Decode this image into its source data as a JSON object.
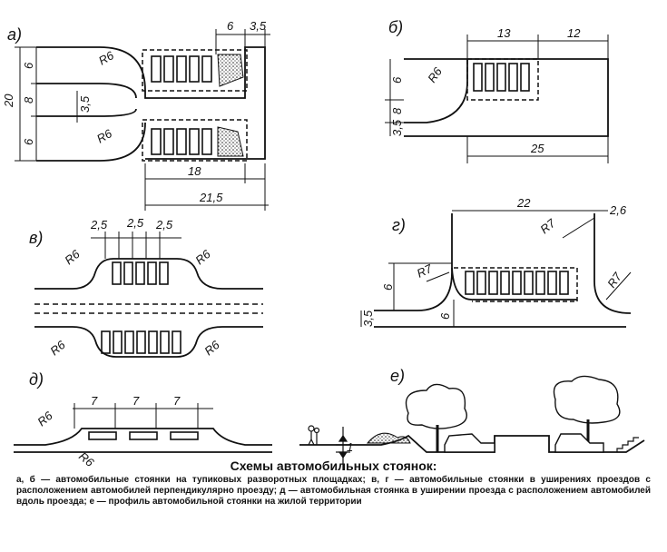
{
  "panels": {
    "a": {
      "label": "а)",
      "dims": {
        "top_6": "6",
        "top_3_5": "3,5",
        "total_20": "20",
        "left_6_top": "6",
        "left_8": "8",
        "left_3_5": "3,5",
        "left_6_bot": "6",
        "radius_top": "R6",
        "radius_bot": "R6",
        "bottom_18": "18",
        "bottom_21_5": "21,5"
      }
    },
    "b": {
      "label": "б)",
      "dims": {
        "top_13": "13",
        "top_12": "12",
        "left_6": "6",
        "left_8": "8",
        "left_3_5": "3,5",
        "radius": "R6",
        "bottom_25": "25"
      }
    },
    "v": {
      "label": "в)",
      "dims": {
        "top_2_5_a": "2,5",
        "top_2_5_b": "2,5",
        "top_2_5_c": "2,5",
        "r_tl": "R6",
        "r_tr": "R6",
        "r_bl": "R6",
        "r_br": "R6"
      }
    },
    "g": {
      "label": "г)",
      "dims": {
        "top_22": "22",
        "top_2_6": "2,6",
        "r7_a": "R7",
        "r7_b": "R7",
        "r7_c": "R7",
        "left_6": "6",
        "left_3_5": "3,5",
        "left_6_b": "6"
      }
    },
    "d": {
      "label": "д)",
      "dims": {
        "span_1": "7",
        "span_2": "7",
        "span_3": "7",
        "r_top": "R6",
        "r_bot": "R6"
      }
    },
    "e": {
      "label": "е)",
      "dims": {
        "one": "1"
      }
    }
  },
  "caption": {
    "title": "Схемы автомобильных стоянок:",
    "text": "а, б — автомобильные стоянки на тупиковых разворотных площадках; в, г — автомобильные стоянки в уширениях проездов с расположением автомобилей перпендикулярно проезду; д — автомобильная стоянка в уширении проезда с расположением автомобилей вдоль проезда; е — профиль автомобильной стоянки на жилой территории"
  }
}
